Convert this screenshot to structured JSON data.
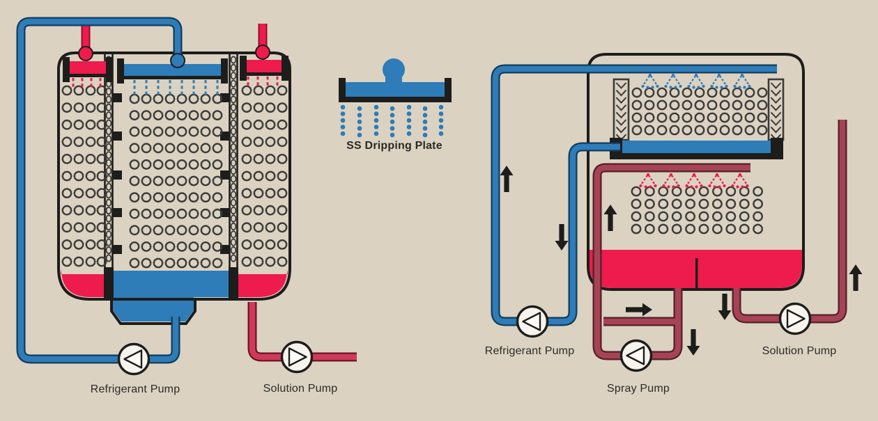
{
  "background_color": "#dbd2c2",
  "colors": {
    "outline_black": "#1d1d1b",
    "tube_ring": "#3b3b39",
    "blue": "#2e7cb8",
    "blue_edge": "#123c5a",
    "crimson": "#ee1b4d",
    "crimson_edge": "#8c1030",
    "maroon": "#a64355",
    "maroon_edge": "#54202b",
    "left_solution_pipe": "#cf3a58",
    "left_solution_pipe_edge": "#6d1228",
    "pump_fill": "#f7f4ee",
    "label_text": "#2b2a26"
  },
  "left_diagram": {
    "name": "shell-and-tube absorber-evaporator vessel with spray trays",
    "pumps": [
      {
        "id": "refrigerant",
        "label": "Refrigerant Pump",
        "flow_direction": "left"
      },
      {
        "id": "solution",
        "label": "Solution Pump",
        "flow_direction": "right"
      }
    ],
    "sections": [
      {
        "id": "left-absorber",
        "spray_color": "crimson",
        "tube_columns": 4,
        "tube_rows": 11,
        "drip_columns": 4
      },
      {
        "id": "center-evaporator",
        "spray_color": "blue",
        "tube_columns": 8,
        "tube_rows": 11,
        "drip_columns": 8
      },
      {
        "id": "right-absorber",
        "spray_color": "crimson",
        "tube_columns": 4,
        "tube_rows": 11,
        "drip_columns": 4
      }
    ],
    "baffle_tabs_per_divider": 5,
    "sumps": {
      "center_liquid": "blue",
      "side_liquid": "crimson"
    }
  },
  "center_legend": {
    "caption": "SS Dripping Plate",
    "drip_columns": 7,
    "drips_per_column": 5
  },
  "right_diagram": {
    "name": "spray-type absorber-evaporator vessel",
    "pumps": [
      {
        "id": "refrigerant",
        "label": "Refrigerant Pump",
        "flow_direction": "left"
      },
      {
        "id": "spray",
        "label": "Spray Pump",
        "flow_direction": "left"
      },
      {
        "id": "solution",
        "label": "Solution Pump",
        "flow_direction": "right"
      }
    ],
    "upper_bundle": {
      "columns": 11,
      "rows": 4,
      "spray_count": 5,
      "spray_color": "blue"
    },
    "lower_bundle": {
      "columns": 10,
      "rows": 4,
      "spray_count": 5,
      "spray_color": "crimson"
    },
    "eliminator_panels": 2,
    "sump_liquid": "crimson",
    "flow_arrows": [
      {
        "direction": "up"
      },
      {
        "direction": "down"
      },
      {
        "direction": "up"
      },
      {
        "direction": "right"
      },
      {
        "direction": "down"
      },
      {
        "direction": "down"
      },
      {
        "direction": "up"
      }
    ]
  }
}
